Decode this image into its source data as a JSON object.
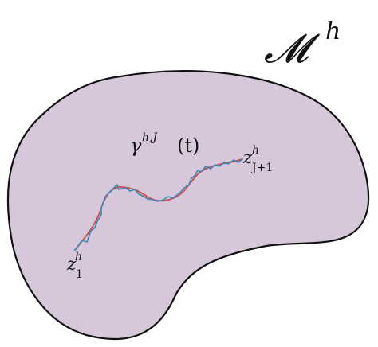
{
  "diagram": {
    "manifold_label": {
      "script": "𝓜",
      "sup": "h"
    },
    "curve_label": {
      "base": "γ",
      "sup": "h,J",
      "arg": "(t)"
    },
    "start_point_label": {
      "base": "z",
      "sup": "h",
      "sub": "1"
    },
    "end_point_label": {
      "base": "z",
      "sup": "h",
      "sub": "J+1"
    },
    "colors": {
      "manifold_fill": "#d6c8da",
      "manifold_stroke": "#111111",
      "smooth_curve": "#cf4b4b",
      "piecewise_curve": "#3a86b8"
    }
  }
}
